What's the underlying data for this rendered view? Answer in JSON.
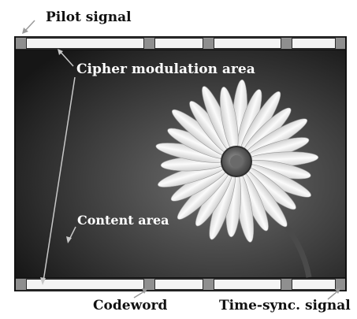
{
  "labels": {
    "pilot_signal": "Pilot signal",
    "cipher_modulation_area": "Cipher modulation area",
    "content_area": "Content area",
    "codeword": "Codeword",
    "time_sync_signal": "Time-sync. signal"
  },
  "colors": {
    "frame_border": "#1a1a1a",
    "band_fill": "#f4f4f4",
    "sync_block": "#8f8f8f",
    "background_dark": "#1c1c1c",
    "background_mid": "#6b6b6b",
    "petal": "#f1f1f1",
    "stem": "#4a4a4a"
  }
}
